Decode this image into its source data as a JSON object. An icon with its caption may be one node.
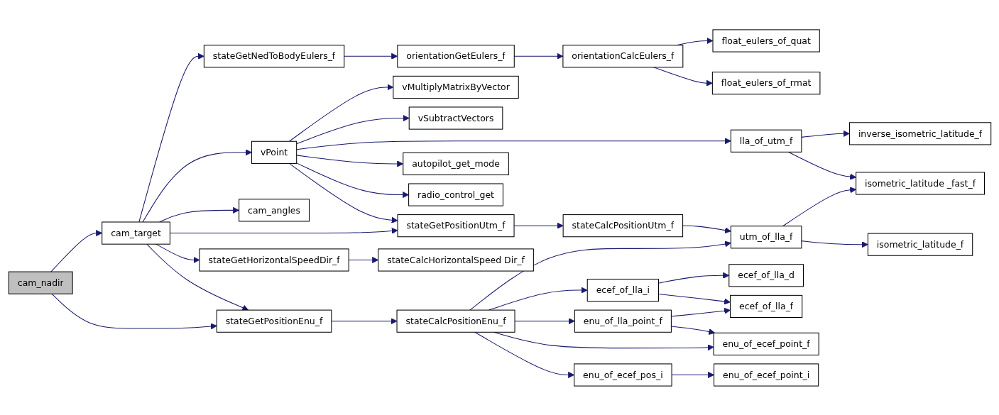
{
  "diagram": {
    "nodes": [
      {
        "text": [
          "cam_nadir"
        ]
      },
      {
        "text": [
          "cam_target"
        ]
      },
      {
        "text": [
          "stateGetNedToBodyEulers_f"
        ]
      },
      {
        "text": [
          "vPoint"
        ]
      },
      {
        "text": [
          "cam_angles"
        ]
      },
      {
        "text": [
          "stateGetHorizontalSpeedDir_f"
        ]
      },
      {
        "text": [
          "stateGetPositionEnu_f"
        ]
      },
      {
        "text": [
          "orientationGetEulers_f"
        ]
      },
      {
        "text": [
          "vMultiplyMatrixByVector"
        ]
      },
      {
        "text": [
          "vSubtractVectors"
        ]
      },
      {
        "text": [
          "lla_of_utm_f"
        ]
      },
      {
        "text": [
          "autopilot_get_mode"
        ]
      },
      {
        "text": [
          "radio_control_get"
        ]
      },
      {
        "text": [
          "stateGetPositionUtm_f"
        ]
      },
      {
        "text": [
          "stateCalcHorizontalSpeed Dir_f"
        ]
      },
      {
        "text": [
          "stateCalcPositionEnu_f"
        ]
      },
      {
        "text": [
          "orientationCalcEulers_f"
        ]
      },
      {
        "text": [
          "inverse_isometric_latitude_f"
        ]
      },
      {
        "text": [
          "stateCalcPositionUtm_f"
        ]
      },
      {
        "text": [
          "ecef_of_lla_i"
        ]
      },
      {
        "text": [
          "enu_of_lla_point_f"
        ]
      },
      {
        "text": [
          "enu_of_ecef_pos_i"
        ]
      },
      {
        "text": [
          "float_eulers_of_quat"
        ]
      },
      {
        "text": [
          "float_eulers_of_rmat"
        ]
      },
      {
        "text": [
          "utm_of_lla_f"
        ]
      },
      {
        "text": [
          "ecef_of_lla_d"
        ]
      },
      {
        "text": [
          "ecef_of_lla_f"
        ]
      },
      {
        "text": [
          "enu_of_ecef_point_f"
        ]
      },
      {
        "text": [
          "enu_of_ecef_point_i"
        ]
      },
      {
        "text": [
          "isometric_latitude _fast_f"
        ]
      },
      {
        "text": [
          "isometric_latitude_f"
        ]
      }
    ],
    "edges": [
      {
        "from": 0,
        "to": 1,
        "arrow": "to"
      },
      {
        "from": 0,
        "to": 6,
        "arrow": "to"
      },
      {
        "from": 1,
        "to": 2,
        "arrow": "to"
      },
      {
        "from": 1,
        "to": 3,
        "arrow": "to"
      },
      {
        "from": 1,
        "to": 4,
        "arrow": "to"
      },
      {
        "from": 1,
        "to": 13,
        "arrow": "to"
      },
      {
        "from": 1,
        "to": 5,
        "arrow": "to"
      },
      {
        "from": 1,
        "to": 6,
        "arrow": "to"
      },
      {
        "from": 2,
        "to": 7,
        "arrow": "to"
      },
      {
        "from": 7,
        "to": 16,
        "arrow": "to"
      },
      {
        "from": 16,
        "to": 22,
        "arrow": "to"
      },
      {
        "from": 16,
        "to": 23,
        "arrow": "to"
      },
      {
        "from": 3,
        "to": 8,
        "arrow": "to"
      },
      {
        "from": 3,
        "to": 9,
        "arrow": "to"
      },
      {
        "from": 3,
        "to": 10,
        "arrow": "to"
      },
      {
        "from": 3,
        "to": 11,
        "arrow": "to"
      },
      {
        "from": 3,
        "to": 12,
        "arrow": "to"
      },
      {
        "from": 3,
        "to": 13,
        "arrow": "to"
      },
      {
        "from": 10,
        "to": 17,
        "arrow": "to"
      },
      {
        "from": 10,
        "to": 29,
        "arrow": "to"
      },
      {
        "from": 13,
        "to": 18,
        "arrow": "to"
      },
      {
        "from": 18,
        "to": 24,
        "arrow": "to"
      },
      {
        "from": 24,
        "to": 29,
        "arrow": "to"
      },
      {
        "from": 24,
        "to": 30,
        "arrow": "to"
      },
      {
        "from": 5,
        "to": 14,
        "arrow": "to"
      },
      {
        "from": 6,
        "to": 15,
        "arrow": "to"
      },
      {
        "from": 15,
        "to": 24,
        "arrow": "to"
      },
      {
        "from": 15,
        "to": 19,
        "arrow": "to"
      },
      {
        "from": 15,
        "to": 20,
        "arrow": "to"
      },
      {
        "from": 15,
        "to": 27,
        "arrow": "to"
      },
      {
        "from": 15,
        "to": 21,
        "arrow": "to"
      },
      {
        "from": 19,
        "to": 25,
        "arrow": "to"
      },
      {
        "from": 19,
        "to": 26,
        "arrow": "to"
      },
      {
        "from": 20,
        "to": 26,
        "arrow": "to"
      },
      {
        "from": 20,
        "to": 27,
        "arrow": "to"
      },
      {
        "from": 21,
        "to": 28,
        "arrow": "to"
      }
    ]
  }
}
